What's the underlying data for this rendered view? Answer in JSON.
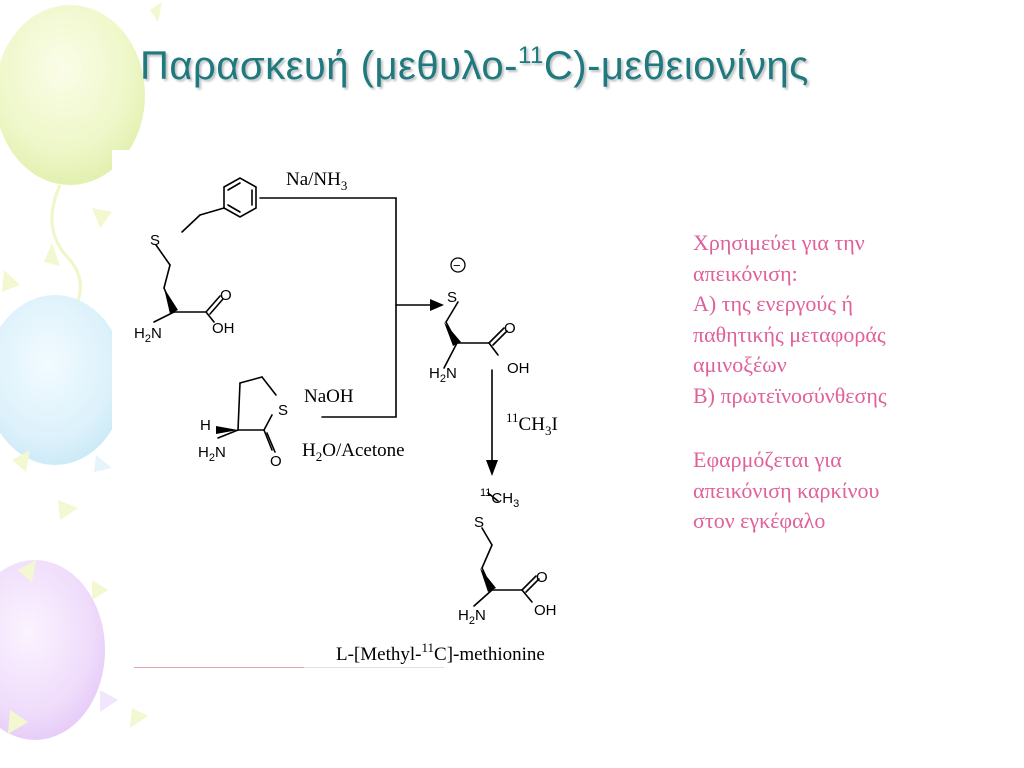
{
  "slide": {
    "title_prefix": "Παρασκευή (μεθυλο-",
    "title_sup": "11",
    "title_suffix": "C)-μεθειονίνης",
    "accent_color": "#1e7a7e",
    "note_color": "#e0609a"
  },
  "scheme": {
    "reagent_top": "Na/NH",
    "reagent_top_sub": "3",
    "reagent_naoh": "NaOH",
    "reagent_solvent_h": "H",
    "reagent_solvent_sub": "2",
    "reagent_solvent_rest": "O/Acetone",
    "reagent_methyl_sup": "11",
    "reagent_methyl_ch": "CH",
    "reagent_methyl_sub": "3",
    "reagent_methyl_i": "I",
    "atom_s": "S",
    "atom_o": "O",
    "atom_oh": "OH",
    "atom_h2n_h": "H",
    "atom_h2n_sub": "2",
    "atom_h2n_n": "N",
    "atom_h": "H",
    "charge_minus": "−",
    "product_methyl_sup": "11",
    "product_methyl_ch": "CH",
    "product_methyl_sub": "3",
    "product_label_prefix": "L-[Methyl-",
    "product_label_sup": "11",
    "product_label_suffix": "C]-methionine"
  },
  "notes": {
    "lines": [
      "Χρησιμεύει για την",
      "απεικόνιση:",
      "Α) της ενεργούς ή",
      "παθητικής μεταφοράς",
      "αμινοξέων",
      "Β) πρωτεϊνοσύνθεσης"
    ],
    "lines2": [
      "Εφαρμόζεται για",
      "απεικόνιση καρκίνου",
      "στον εγκέφαλο"
    ]
  }
}
